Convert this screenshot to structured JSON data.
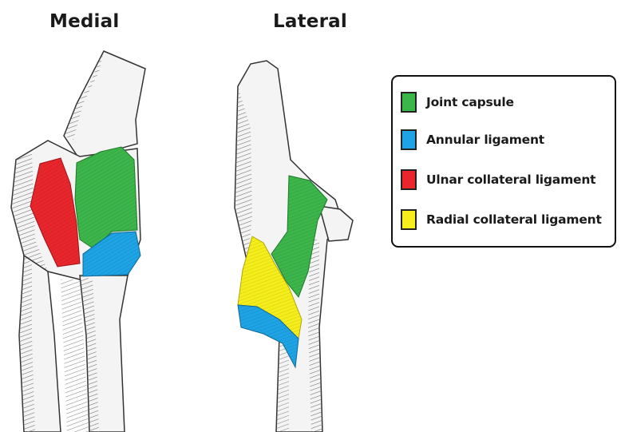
{
  "views": {
    "medial": {
      "title": "Medial"
    },
    "lateral": {
      "title": "Lateral"
    }
  },
  "legend": {
    "items": [
      {
        "label": "Joint capsule",
        "color": "#3cb54a"
      },
      {
        "label": "Annular ligament",
        "color": "#1ea3e4"
      },
      {
        "label": "Ulnar collateral ligament",
        "color": "#e8262c"
      },
      {
        "label": "Radial collateral ligament",
        "color": "#f5ee1a"
      }
    ]
  },
  "colors": {
    "joint_capsule": "#3cb54a",
    "annular_ligament": "#1ea3e4",
    "ulnar_collateral_ligament": "#e8262c",
    "radial_collateral_ligament": "#f5ee1a",
    "bone_fill": "#f4f4f4",
    "bone_shading": "#555555"
  }
}
